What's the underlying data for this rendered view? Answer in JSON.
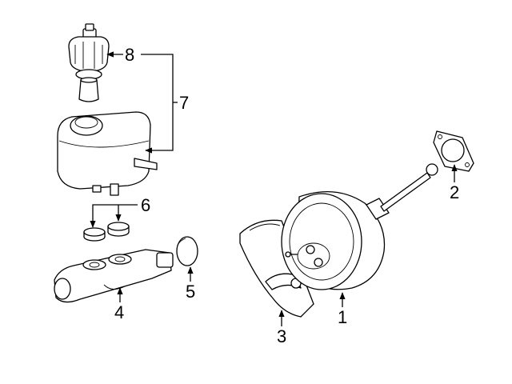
{
  "diagram": {
    "background": "#ffffff",
    "line_color": "#000000",
    "callouts": {
      "c1": "1",
      "c2": "2",
      "c3": "3",
      "c4": "4",
      "c5": "5",
      "c6": "6",
      "c7": "7",
      "c8": "8"
    }
  }
}
